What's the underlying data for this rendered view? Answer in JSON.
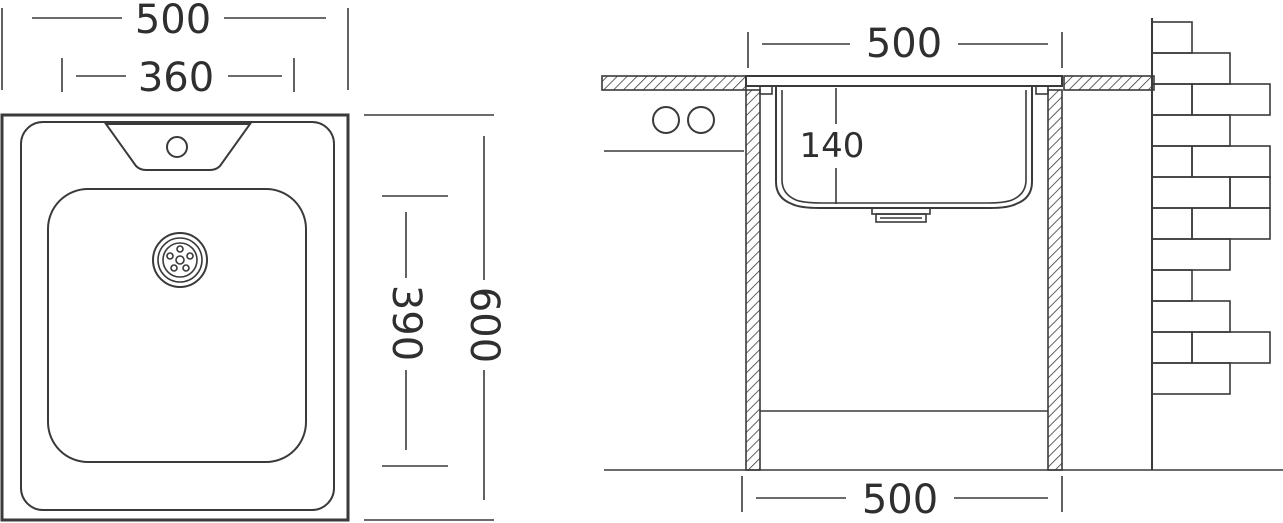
{
  "top_view": {
    "dim_overall_width": "500",
    "dim_bowl_width": "360",
    "dim_bowl_depth": "390",
    "dim_overall_depth": "600"
  },
  "side_view": {
    "dim_sink_width": "500",
    "dim_bowl_height": "140",
    "dim_cabinet_width": "500"
  },
  "colors": {
    "line": "#3a3a3a",
    "text": "#2f2f2f",
    "background": "#ffffff"
  }
}
